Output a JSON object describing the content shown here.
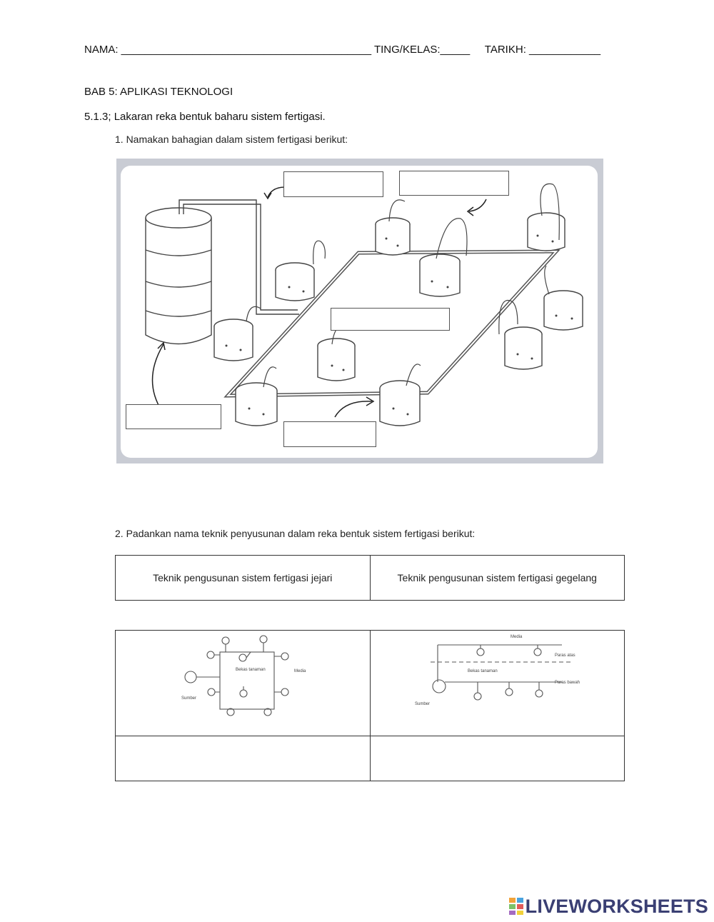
{
  "header": {
    "nama": "NAMA: __________________________________________",
    "ting": "TING/KELAS:_____",
    "tarikh": "TARIKH: ____________"
  },
  "chapter": "BAB 5: APLIKASI TEKNOLOGI",
  "subtopic": "5.1.3; Lakaran reka bentuk baharu sistem fertigasi.",
  "question1": "1. Namakan bahagian dalam sistem fertigasi berikut:",
  "question2": "2. Padankan nama teknik penyusunan dalam reka bentuk sistem fertigasi berikut:",
  "options": {
    "left": "Teknik pengusunan sistem fertigasi jejari",
    "right": "Teknik pengusunan sistem fertigasi gegelang"
  },
  "diagram_left": {
    "center": "Bekas tanaman",
    "media": "Media",
    "source": "Sumber"
  },
  "diagram_right": {
    "media": "Media",
    "upper": "Paras atas",
    "container": "Bekas tanaman",
    "lower": "Paras bawah",
    "source": "Sumber"
  },
  "brand": "LIVEWORKSHEETS",
  "colors": {
    "figure_border": "#c9ccd4",
    "brand": "#3a3f73"
  }
}
